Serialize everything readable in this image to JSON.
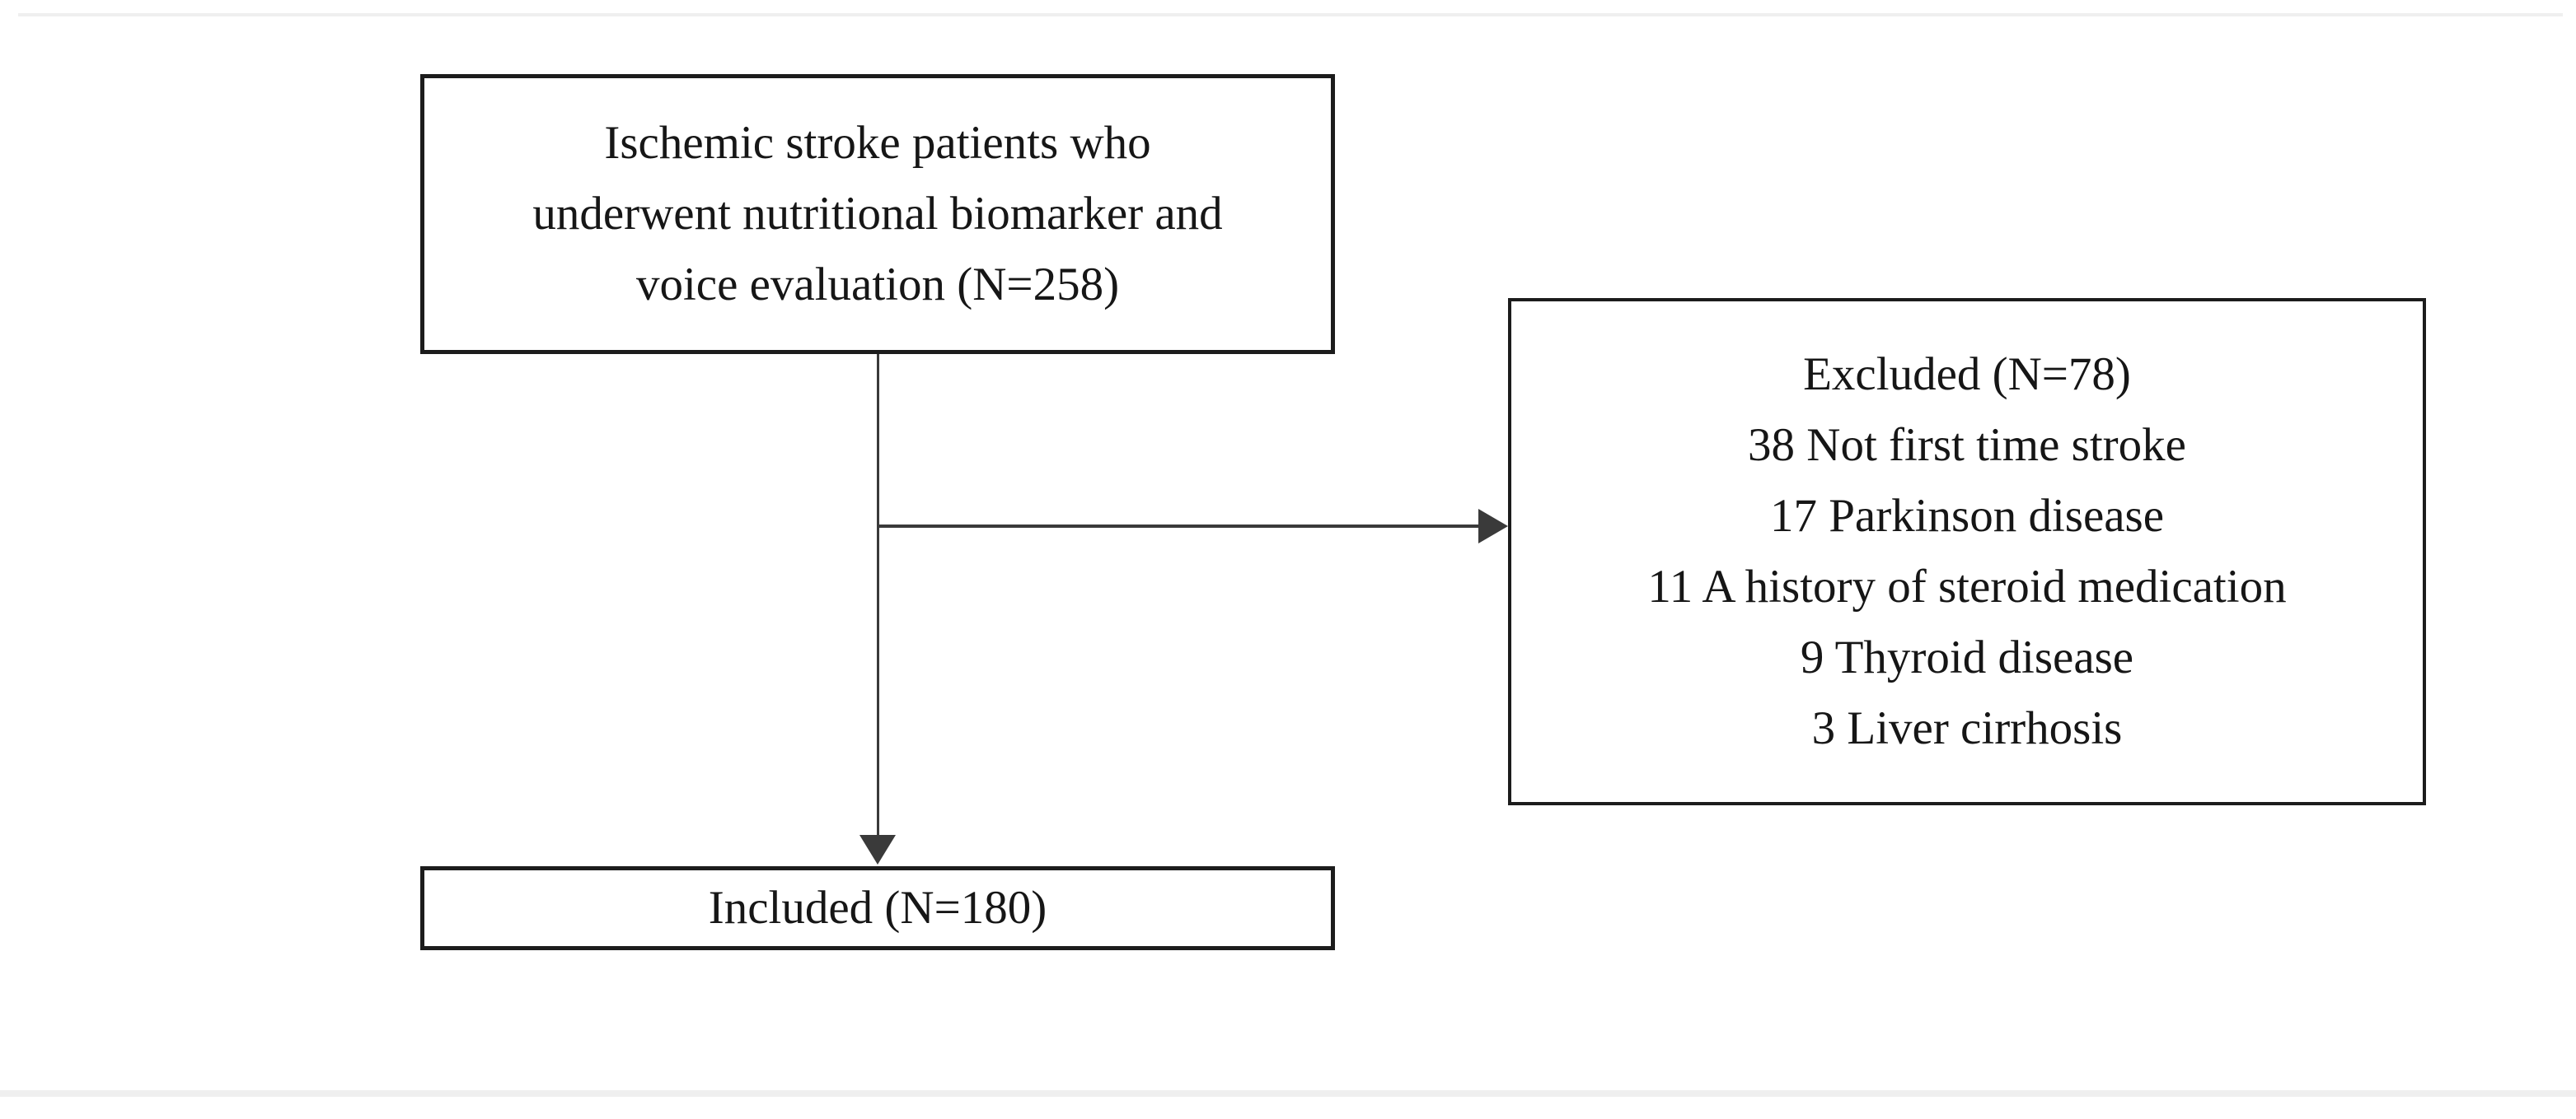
{
  "figure": {
    "type": "study-flow-diagram",
    "colors": {
      "background": "#ffffff",
      "text": "#161616",
      "box_border": "#1c1c1c",
      "connector": "#3a3a3a",
      "page_edge": "#efefef"
    }
  },
  "top_box": {
    "lines": [
      "Ischemic stroke patients who",
      "underwent nutritional biomarker and",
      "voice evaluation (N=258)"
    ]
  },
  "excluded_box": {
    "title": "Excluded (N=78)",
    "items": [
      "38 Not first time stroke",
      "17 Parkinson disease",
      "11 A history of steroid medication",
      "9 Thyroid disease",
      "3 Liver cirrhosis"
    ]
  },
  "included_box": {
    "label": "Included (N=180)"
  }
}
